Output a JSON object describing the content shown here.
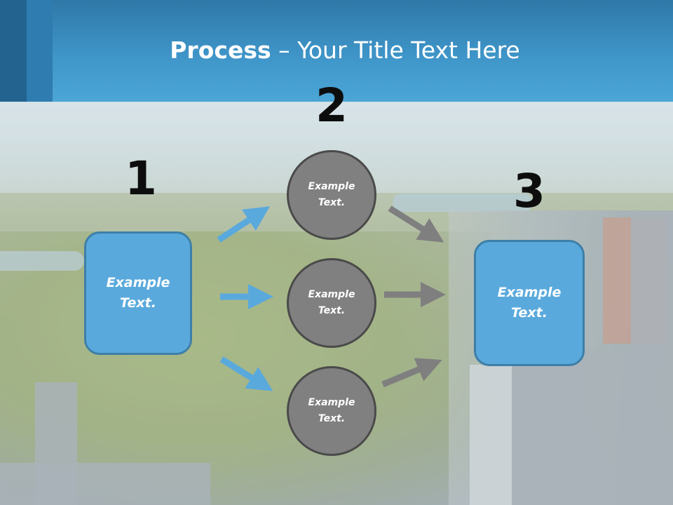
{
  "title": {
    "bold": "Process",
    "rest": " – Your Title Text Here"
  },
  "steps": [
    {
      "number": "1",
      "text": "Example\nText."
    },
    {
      "number": "2",
      "circles": [
        "Example\nText.",
        "Example\nText.",
        "Example\nText."
      ]
    },
    {
      "number": "3",
      "text": "Example\nText."
    }
  ],
  "colors": {
    "box_fill": "#5aa9dc",
    "box_border": "#3d7fa8",
    "circle_fill": "#808080",
    "blue_arrow": "#5aa9dc",
    "gray_arrow": "#7f7f7f",
    "title_bar": "#3f95c8"
  }
}
